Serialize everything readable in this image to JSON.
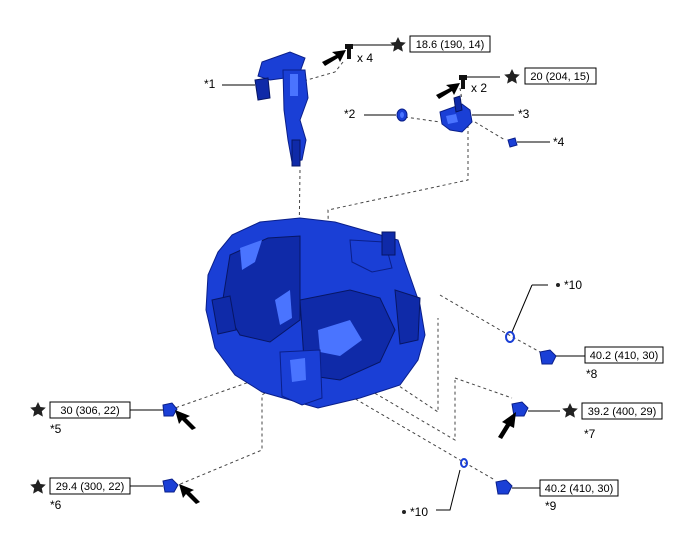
{
  "labels": {
    "p1": "*1",
    "p2": "*2",
    "p3": "*3",
    "p4": "*4",
    "p5": "*5",
    "p6": "*6",
    "p7": "*7",
    "p8": "*8",
    "p9": "*9",
    "p10a": "*10",
    "p10b": "*10"
  },
  "quantities": {
    "bolts_top": "x 4",
    "bolts_right": "x 2"
  },
  "torque": {
    "t1": "18.6 (190, 14)",
    "t2": "20 (204, 15)",
    "t3": "40.2 (410, 30)",
    "t4": "39.2 (400, 29)",
    "t5": "30 (306, 22)",
    "t6": "29.4 (300, 22)",
    "t7": "40.2 (410, 30)"
  },
  "icons": [
    "star-icon",
    "arrow-icon",
    "dot-icon",
    "bolt-icon",
    "o-ring-icon",
    "plug-icon"
  ]
}
